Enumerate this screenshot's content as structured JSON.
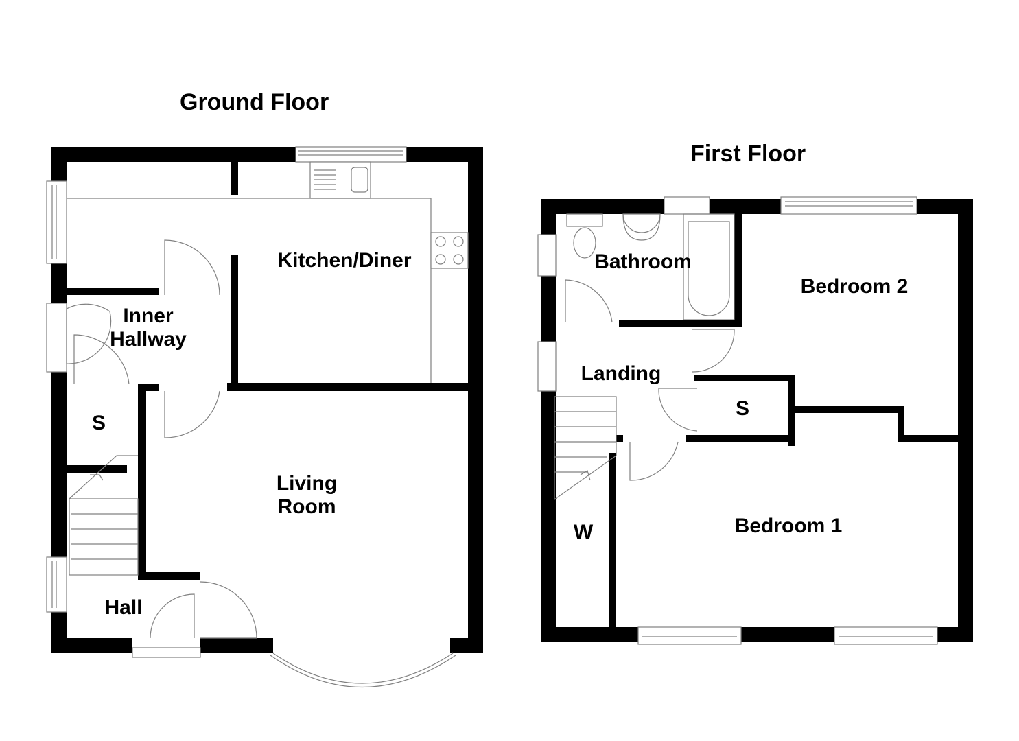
{
  "colors": {
    "wall": "#000000",
    "line": "#808080",
    "background": "#ffffff"
  },
  "ground_floor": {
    "title": "Ground Floor",
    "rooms": {
      "kitchen_diner": "Kitchen/Diner",
      "inner_hallway_line1": "Inner",
      "inner_hallway_line2": "Hallway",
      "storage": "S",
      "living_room_line1": "Living",
      "living_room_line2": "Room",
      "hall": "Hall"
    }
  },
  "first_floor": {
    "title": "First Floor",
    "rooms": {
      "bathroom": "Bathroom",
      "bedroom_2": "Bedroom 2",
      "landing": "Landing",
      "storage": "S",
      "wardrobe": "W",
      "bedroom_1": "Bedroom 1"
    }
  }
}
